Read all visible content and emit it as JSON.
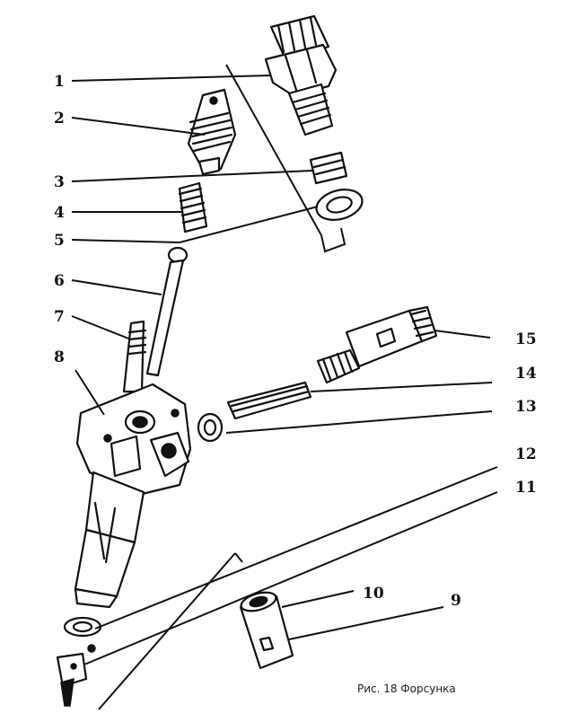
{
  "caption": "Рис. 18 Форсунка",
  "callouts": [
    {
      "num": "1"
    },
    {
      "num": "2"
    },
    {
      "num": "3"
    },
    {
      "num": "4"
    },
    {
      "num": "5"
    },
    {
      "num": "6"
    },
    {
      "num": "7"
    },
    {
      "num": "8"
    },
    {
      "num": "9"
    },
    {
      "num": "10"
    },
    {
      "num": "11"
    },
    {
      "num": "12"
    },
    {
      "num": "13"
    },
    {
      "num": "14"
    },
    {
      "num": "15"
    }
  ]
}
